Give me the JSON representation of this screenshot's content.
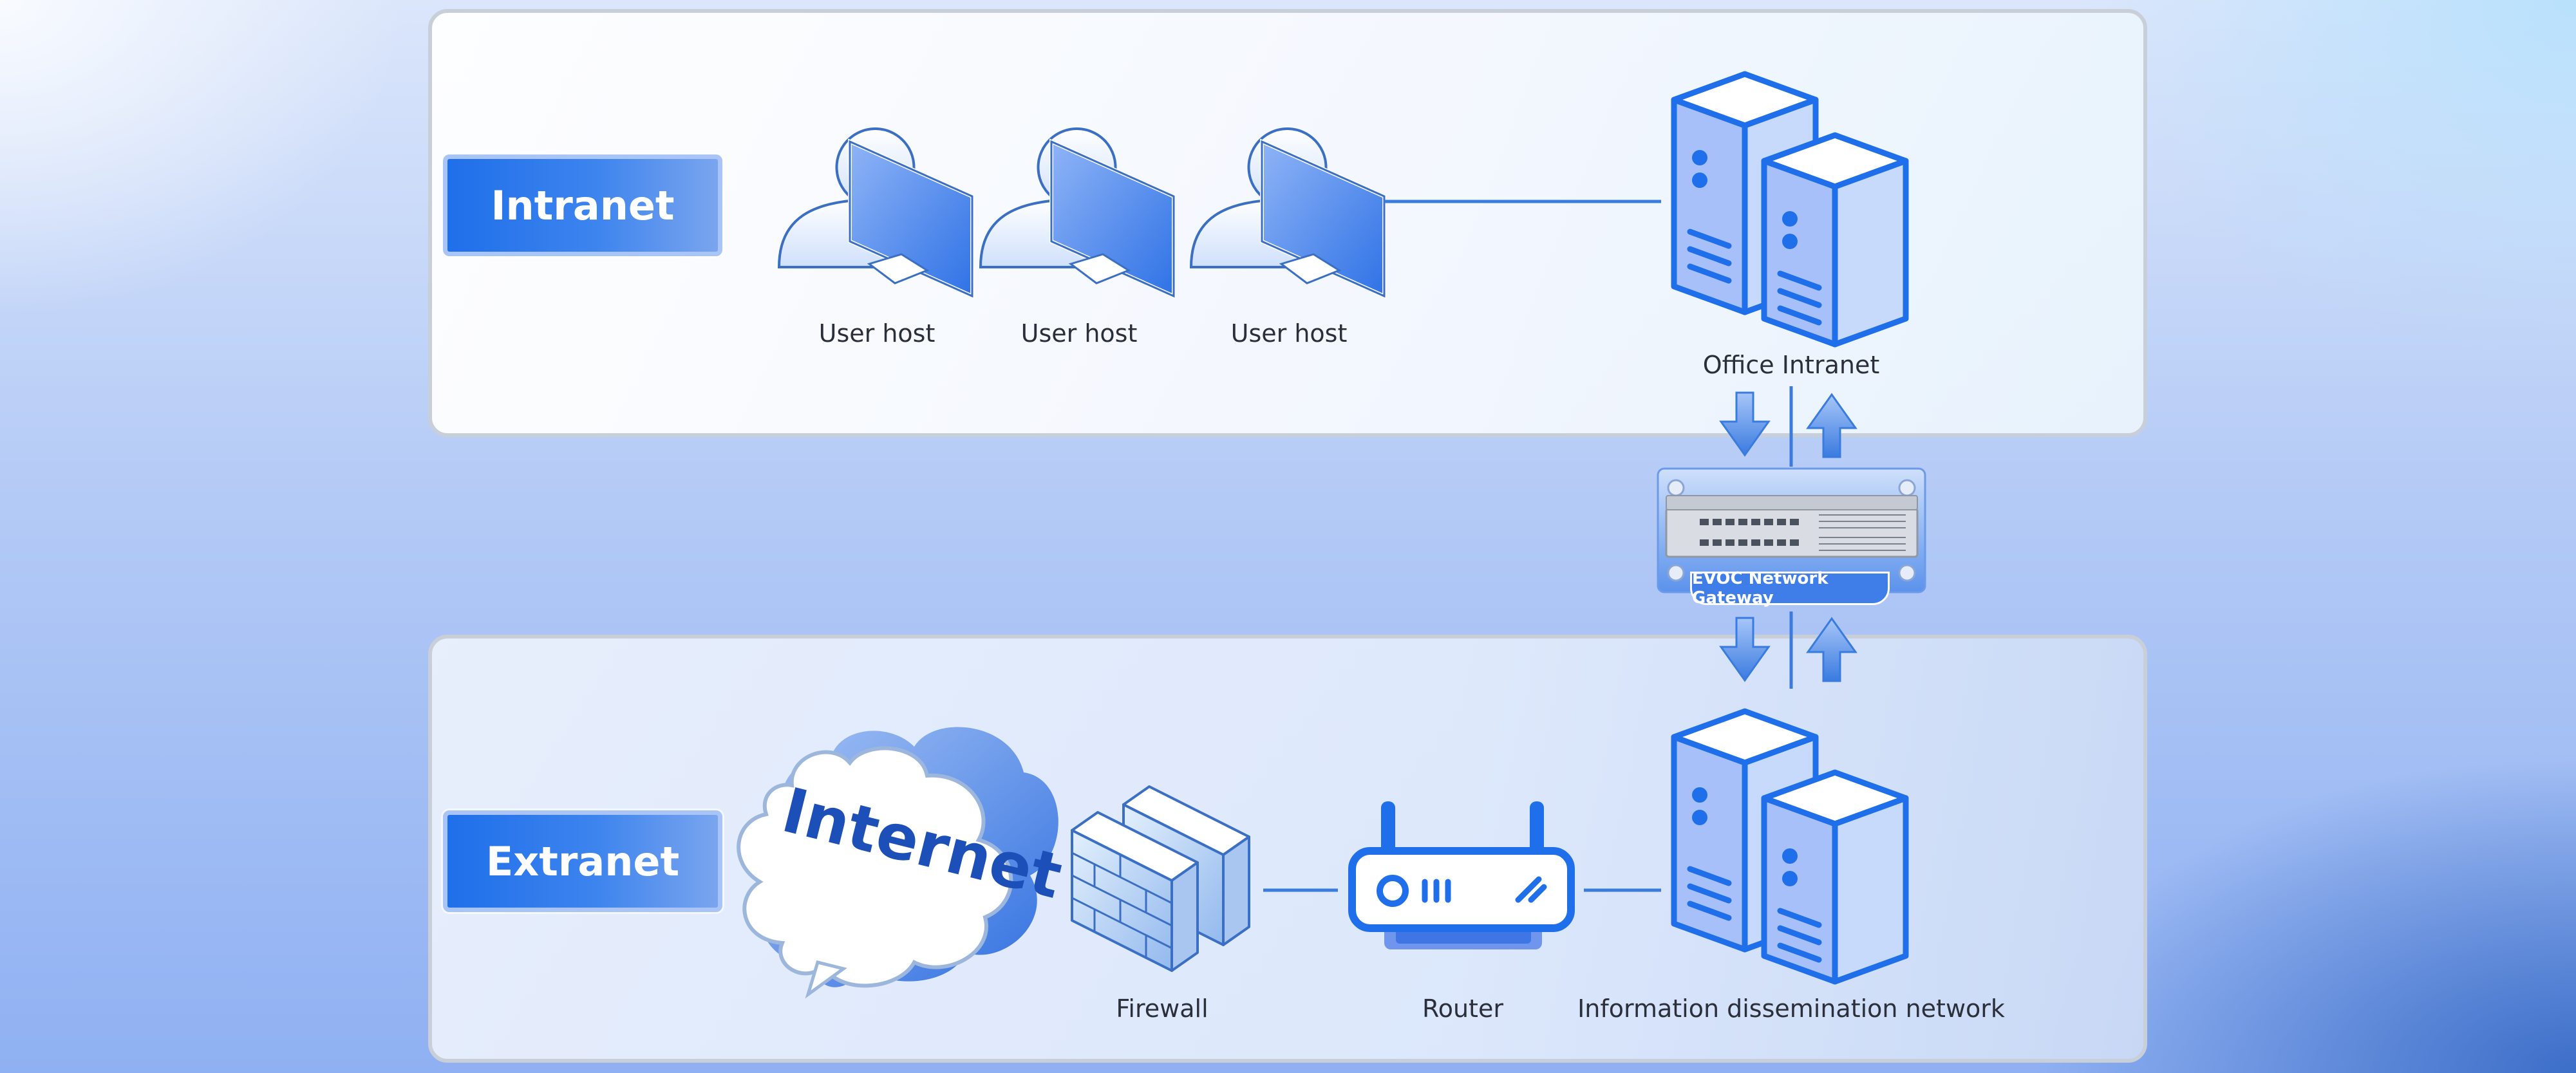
{
  "sections": {
    "intranet": "Intranet",
    "extranet": "Extranet"
  },
  "nodes": {
    "user_host_1": "User host",
    "user_host_2": "User host",
    "user_host_3": "User host",
    "office_intranet": "Office Intranet",
    "gateway": "EVOC Network Gateway",
    "internet": "Internet",
    "firewall": "Firewall",
    "router": "Router",
    "info_network": "Information dissemination network"
  },
  "icons": {
    "user_host": "user-computer-icon",
    "server": "server-icon",
    "gateway": "network-gateway-appliance-icon",
    "internet": "cloud-icon",
    "firewall": "brick-wall-icon",
    "router": "router-icon"
  },
  "colors": {
    "accent": "#1f6fea",
    "line": "#3a7be0",
    "server_fill": "#a9c4f9",
    "server_stroke": "#1f6fea"
  }
}
